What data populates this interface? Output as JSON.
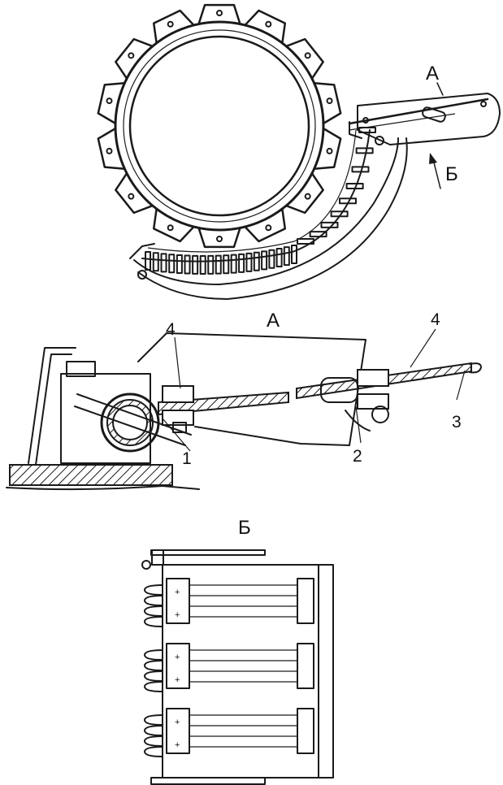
{
  "labels": {
    "view_a_top": "А",
    "view_b_arrow": "Б",
    "view_a_title": "А",
    "callout_4_left": "4",
    "callout_4_right": "4",
    "callout_1": "1",
    "callout_2": "2",
    "callout_3": "3",
    "view_b_title": "Б"
  },
  "colors": {
    "ink": "#1a1a1a",
    "paper": "#ffffff",
    "hatch": "#1a1a1a"
  }
}
